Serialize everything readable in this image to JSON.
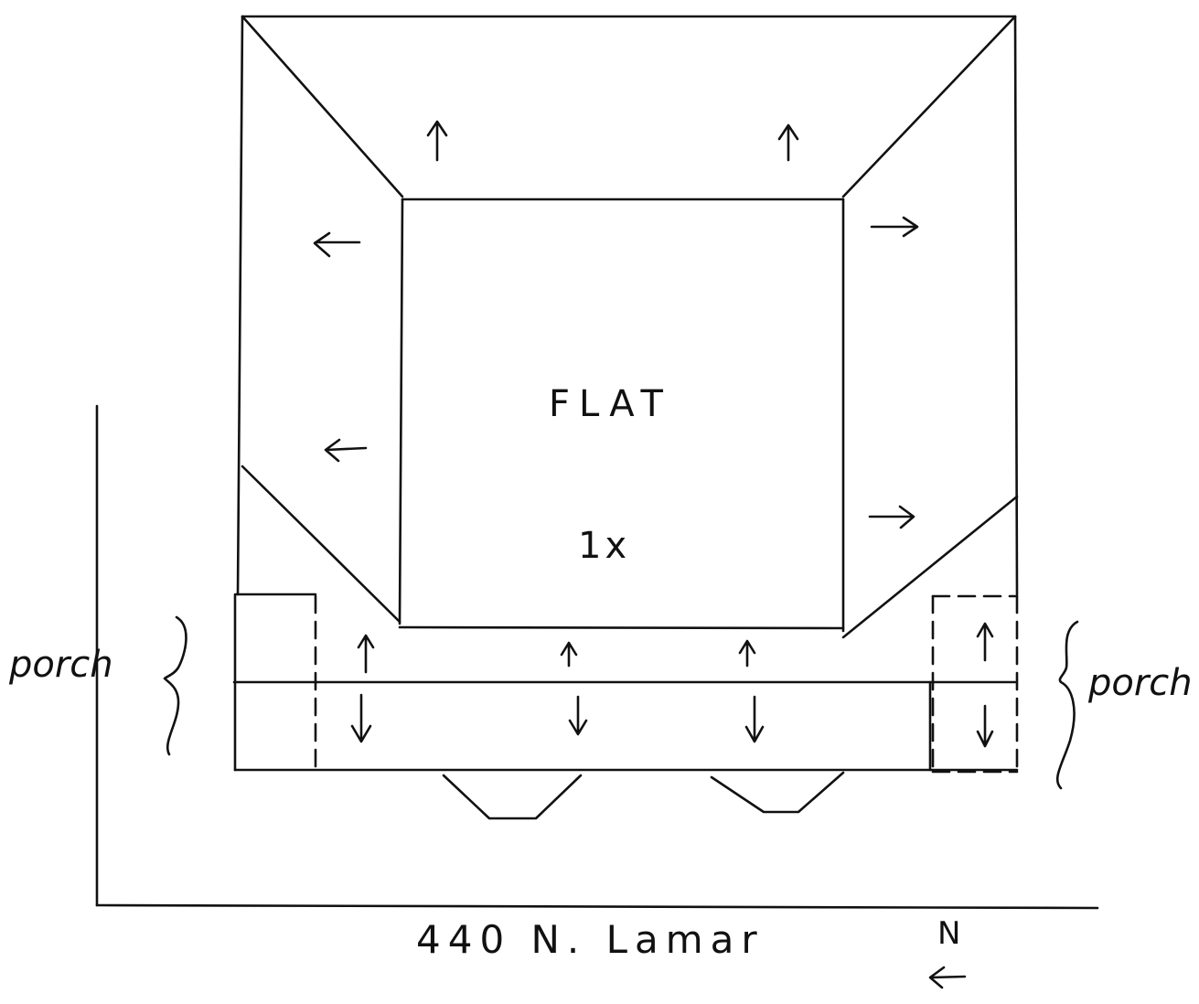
{
  "diagram": {
    "roof_label": "FLAT",
    "pitch_label": "1x",
    "porch_left_label": "porch",
    "porch_right_label": "porch",
    "street_label": "440 N. Lamar",
    "north_label": "N",
    "north_arrow": "←"
  },
  "colors": {
    "ink": "#111111",
    "paper": "#ffffff"
  }
}
